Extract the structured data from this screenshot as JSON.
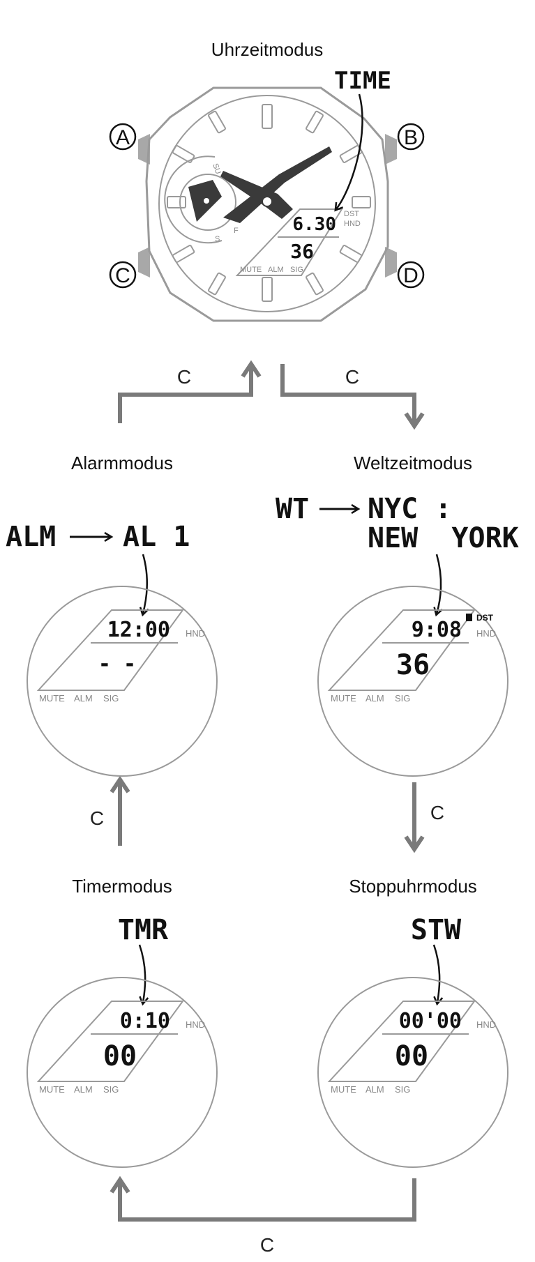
{
  "colors": {
    "line": "#9a9a9a",
    "flow": "#7a7a7a",
    "ink": "#111111"
  },
  "main_watch": {
    "mode_title": "Uhrzeitmodus",
    "code": "TIME",
    "buttons": [
      "A",
      "B",
      "C",
      "D"
    ],
    "lcd_top": "6.30",
    "lcd_bottom": "36",
    "side_top": "DST",
    "side_bottom": "HND",
    "indicators": [
      "MUTE",
      "ALM",
      "SIG"
    ],
    "subdial_labels": [
      "SU",
      "F",
      "S"
    ]
  },
  "transitions": {
    "button_label": "C"
  },
  "alarm": {
    "mode_title": "Alarmmodus",
    "code_from": "ALM",
    "code_to": "AL 1",
    "lcd_top": "12:00",
    "lcd_bottom": "- -",
    "side": "HND",
    "indicators": [
      "MUTE",
      "ALM",
      "SIG"
    ]
  },
  "world": {
    "mode_title": "Weltzeitmodus",
    "code_from": "WT",
    "code_to": "NYC :",
    "city": "NEW  YORK",
    "lcd_top": "9:08",
    "lcd_bottom": "36",
    "side_top": "DST",
    "side_bottom": "HND",
    "indicators": [
      "MUTE",
      "ALM",
      "SIG"
    ]
  },
  "timer": {
    "mode_title": "Timermodus",
    "code": "TMR",
    "lcd_top": "0:10",
    "lcd_bottom": "00",
    "side": "HND",
    "indicators": [
      "MUTE",
      "ALM",
      "SIG"
    ]
  },
  "stopwatch": {
    "mode_title": "Stoppuhrmodus",
    "code": "STW",
    "lcd_top": "00'00",
    "lcd_bottom": "00",
    "side": "HND",
    "indicators": [
      "MUTE",
      "ALM",
      "SIG"
    ]
  }
}
